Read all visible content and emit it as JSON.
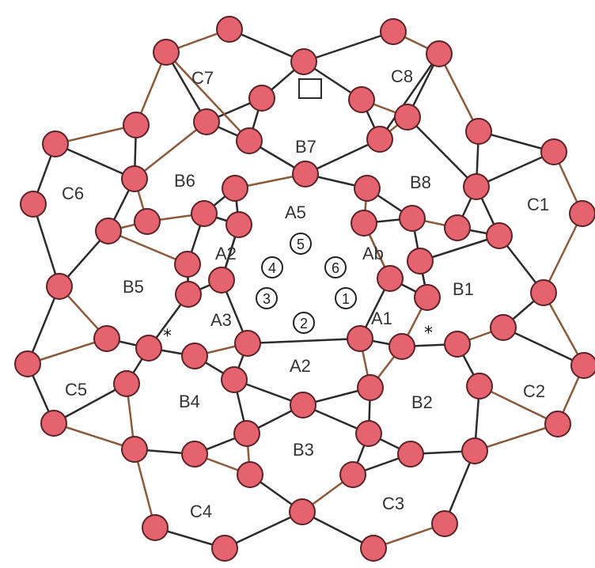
{
  "colors": {
    "node_fill": "#e5636f",
    "node_stroke": "#5a2326",
    "edge": "#2b2b2b",
    "edge_accent": "#8a5a3a",
    "label": "#333333"
  },
  "diagram": {
    "ring_labels": {
      "A1": "A1",
      "A2": "A2",
      "A3": "A3",
      "A4": "A2",
      "A5": "A5",
      "A6": "Ab",
      "B1": "B1",
      "B2": "B2",
      "B3": "B3",
      "B4": "B4",
      "B5": "B5",
      "B6": "B6",
      "B7": "B7",
      "B8": "B8",
      "C1": "C1",
      "C2": "C2",
      "C3": "C3",
      "C4": "C4",
      "C5": "C5",
      "C6": "C6",
      "C7": "C7",
      "C8": "C8"
    },
    "markers": [
      "1",
      "2",
      "3",
      "4",
      "5",
      "6"
    ],
    "star_symbol": "*"
  }
}
